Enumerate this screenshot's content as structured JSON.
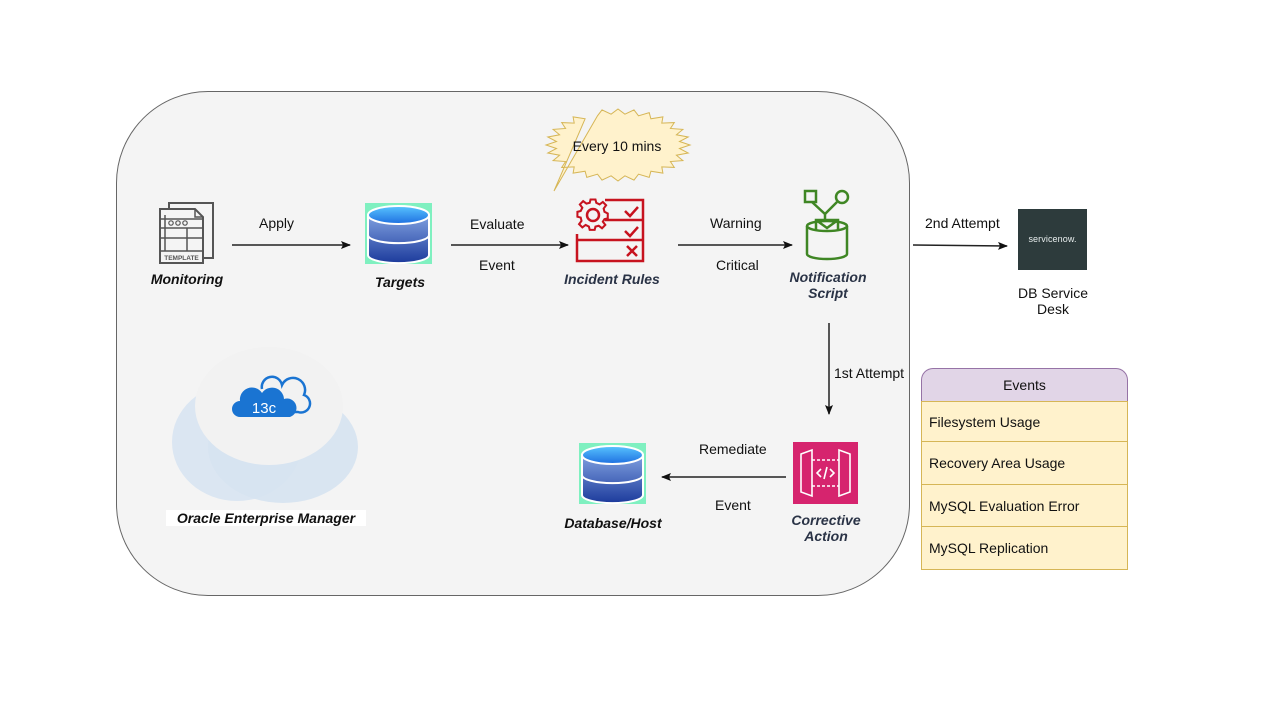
{
  "diagram": {
    "container": {
      "name": "Oracle Enterprise Manager",
      "badge": "13c"
    },
    "bubble": {
      "text": "Every 10 mins"
    },
    "nodes": {
      "monitoring": {
        "label": "Monitoring",
        "icon": "template-icon",
        "icon_text": "TEMPLATE"
      },
      "targets": {
        "label": "Targets",
        "icon": "database-icon"
      },
      "incident_rules": {
        "label": "Incident Rules",
        "icon": "rules-checklist-icon"
      },
      "notification_script": {
        "label_line1": "Notification",
        "label_line2": "Script",
        "icon": "notification-icon"
      },
      "corrective_action": {
        "label_line1": "Corrective",
        "label_line2": "Action",
        "icon": "api-gateway-icon"
      },
      "database_host": {
        "label": "Database/Host",
        "icon": "database-icon"
      },
      "service_desk": {
        "logo_text": "servicenow.",
        "label_line1": "DB Service",
        "label_line2": "Desk"
      }
    },
    "edges": {
      "apply": {
        "label": "Apply"
      },
      "evaluate": {
        "label_top": "Evaluate",
        "label_bottom": "Event"
      },
      "severity": {
        "label_top": "Warning",
        "label_bottom": "Critical"
      },
      "second_attempt": {
        "label": "2nd Attempt"
      },
      "first_attempt": {
        "label": "1st Attempt"
      },
      "remediate": {
        "label_top": "Remediate",
        "label_bottom": "Event"
      }
    },
    "events_table": {
      "header": "Events",
      "rows": [
        "Filesystem Usage",
        "Recovery Area Usage",
        "MySQL Evaluation Error",
        "MySQL Replication"
      ]
    },
    "colors": {
      "container_fill": "#f4f4f4",
      "rules_red": "#c7131f",
      "notify_green": "#3f8624",
      "corrective_pink": "#d6246e",
      "servicenow_bg": "#2d3b3c",
      "events_header": "#e1d5e7",
      "events_rows": "#fff2cc",
      "bubble_fill": "#fff2cc",
      "oem_blue": "#1a74d2"
    }
  }
}
